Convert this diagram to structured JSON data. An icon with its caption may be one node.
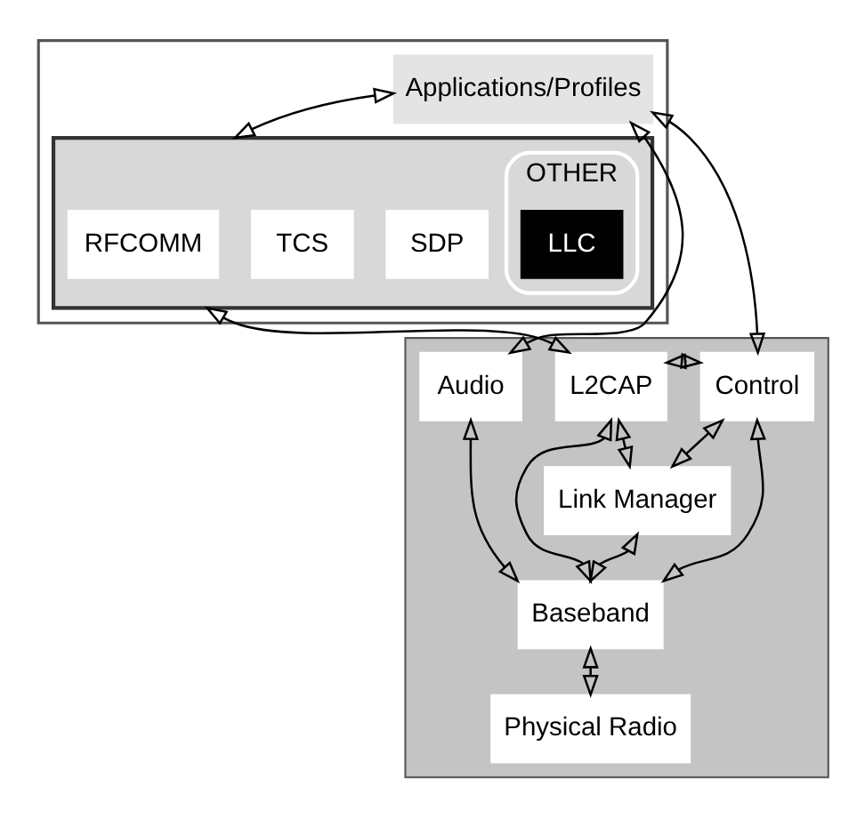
{
  "diagram": {
    "nodes": [
      {
        "text": [],
        "shape": "box"
      },
      {
        "text": [
          "Applications/Profiles"
        ],
        "in": 0
      },
      {
        "text": [],
        "shape": "box",
        "in": 0
      },
      {
        "text": [
          "OTHER"
        ],
        "in": 2
      },
      {
        "text": [
          "LLC"
        ],
        "in": 3
      },
      {
        "text": [
          "RFCOMM"
        ],
        "in": 2
      },
      {
        "text": [
          "TCS"
        ],
        "in": 2
      },
      {
        "text": [
          "SDP"
        ],
        "in": 2
      },
      {
        "text": [],
        "shape": "box"
      },
      {
        "text": [
          "L2CAP"
        ],
        "in": 8
      },
      {
        "text": [
          "Audio"
        ],
        "in": 8
      },
      {
        "text": [
          "Control"
        ],
        "in": 8
      },
      {
        "text": [
          "Link Manager"
        ],
        "in": 8
      },
      {
        "text": [
          "Baseband"
        ],
        "in": 8
      },
      {
        "text": [
          "Physical Radio"
        ],
        "in": 8
      }
    ],
    "edges": [
      {
        "from": 1,
        "to": 2,
        "arrow": "both"
      },
      {
        "from": 1,
        "to": 10,
        "arrow": "both"
      },
      {
        "from": 1,
        "to": 11,
        "arrow": "both"
      },
      {
        "from": 2,
        "to": 9,
        "arrow": "both"
      },
      {
        "from": 9,
        "to": 12,
        "arrow": "both"
      },
      {
        "from": 9,
        "to": 11,
        "arrow": "both"
      },
      {
        "from": 12,
        "to": 11,
        "arrow": "both"
      },
      {
        "from": 10,
        "to": 13,
        "arrow": "both"
      },
      {
        "from": 9,
        "to": 13,
        "arrow": "both"
      },
      {
        "from": 12,
        "to": 13,
        "arrow": "both"
      },
      {
        "from": 11,
        "to": 13,
        "arrow": "both"
      },
      {
        "from": 13,
        "to": 14,
        "arrow": "both"
      }
    ]
  }
}
